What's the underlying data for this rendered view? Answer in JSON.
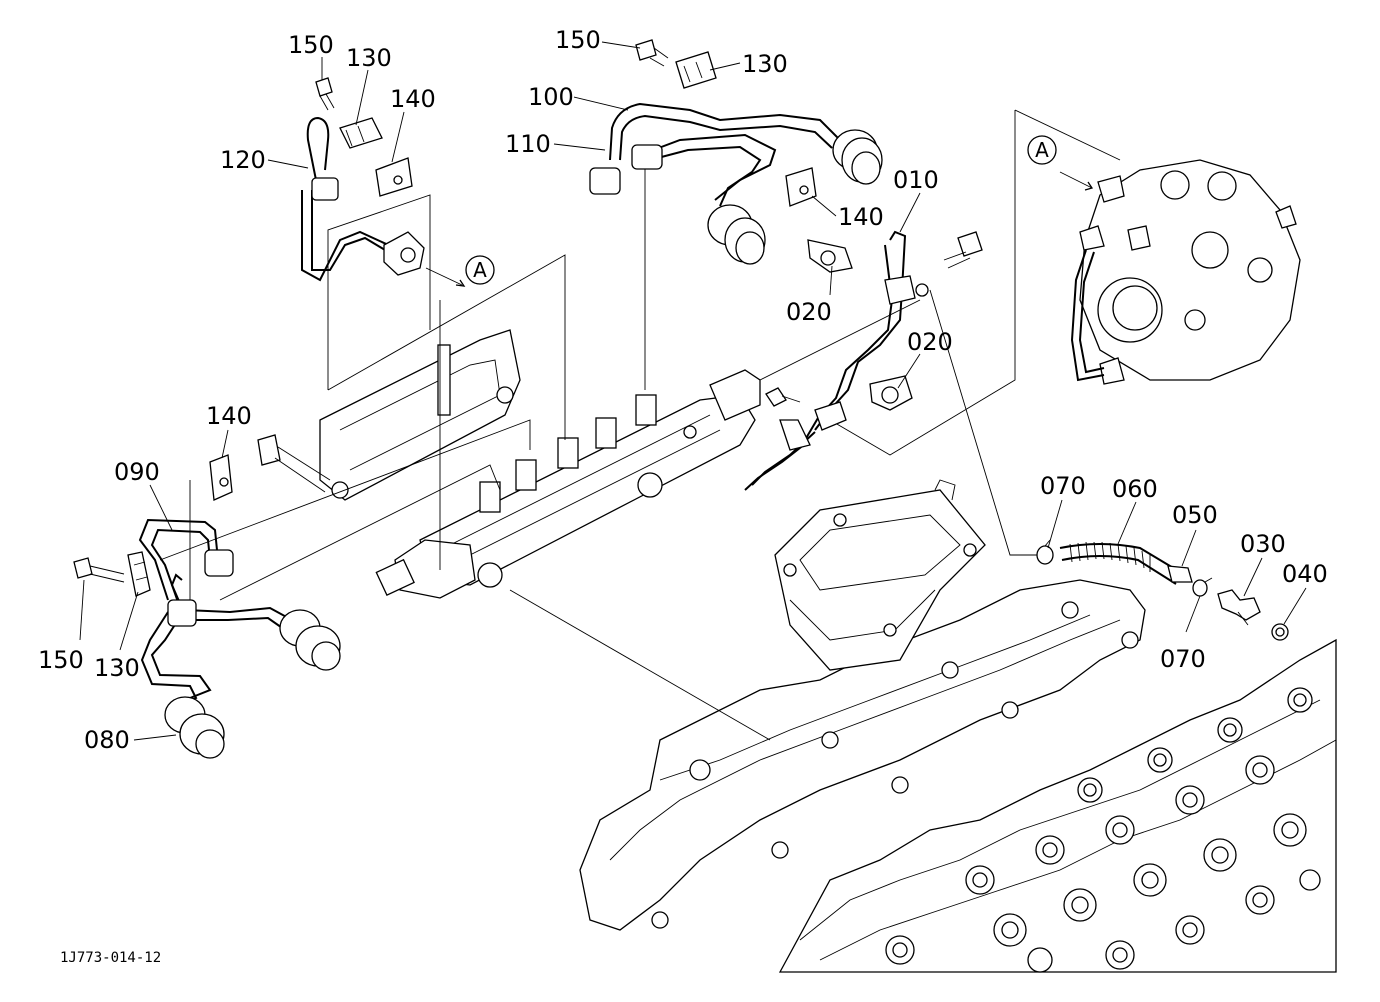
{
  "figure_id": "1J773-014-12",
  "view_marker": "A",
  "callouts": {
    "c010": "010",
    "c020a": "020",
    "c020b": "020",
    "c030": "030",
    "c040": "040",
    "c050": "050",
    "c060": "060",
    "c070a": "070",
    "c070b": "070",
    "c080": "080",
    "c090": "090",
    "c100": "100",
    "c110": "110",
    "c120": "120",
    "c130a": "130",
    "c130b": "130",
    "c130c": "130",
    "c140a": "140",
    "c140b": "140",
    "c140c": "140",
    "c150a": "150",
    "c150b": "150",
    "c150c": "150"
  }
}
